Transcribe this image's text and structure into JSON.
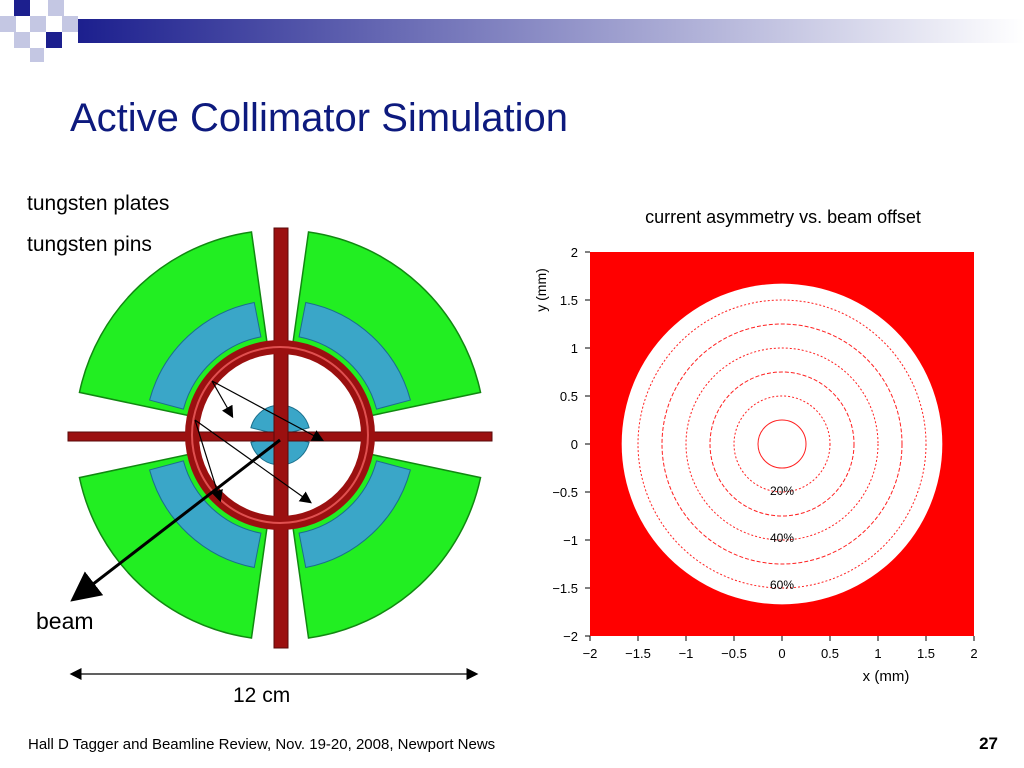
{
  "slide": {
    "title": "Active Collimator Simulation",
    "footer": "Hall D Tagger and Beamline Review, Nov. 19-20, 2008, Newport News",
    "page_number": "27"
  },
  "diagram": {
    "label_plates": "tungsten plates",
    "label_pins": "tungsten pins",
    "label_beam": "beam",
    "label_scale": "12 cm"
  },
  "colors": {
    "title": "#0d1a7e",
    "plates": "#22ee22",
    "pins": "#3aa6c8",
    "frame": "#9b1010",
    "plot_background": "#ff0000"
  },
  "chart_data": {
    "type": "contour",
    "title": "current asymmetry vs. beam offset",
    "xlabel": "x (mm)",
    "ylabel": "y (mm)",
    "xlim": [
      -2,
      2
    ],
    "ylim": [
      -2,
      2
    ],
    "xticks": [
      "−2",
      "−1.5",
      "−1",
      "−0.5",
      "0",
      "0.5",
      "1",
      "1.5",
      "2"
    ],
    "yticks": [
      "2",
      "1.5",
      "1",
      "0.5",
      "0",
      "−0.5",
      "−1",
      "−1.5",
      "−2"
    ],
    "contours": [
      {
        "label": "",
        "radius": 0.25
      },
      {
        "label": "20%",
        "radius": 0.5
      },
      {
        "label": "",
        "radius": 0.75
      },
      {
        "label": "40%",
        "radius": 1.0
      },
      {
        "label": "",
        "radius": 1.25
      },
      {
        "label": "60%",
        "radius": 1.5
      }
    ],
    "white_region_radius": 1.67,
    "grid": false
  }
}
